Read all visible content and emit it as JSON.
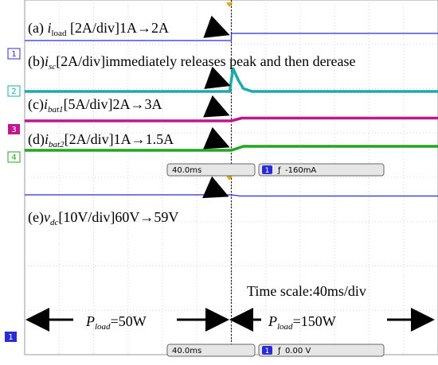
{
  "chart_data": {
    "type": "line",
    "title": "",
    "x_unit": "ms",
    "x_range": [
      -240,
      240
    ],
    "time_scale_label": "Time scale:40ms/div",
    "channels": [
      {
        "id": 1,
        "marker": "1",
        "color": "#2b2bd6"
      },
      {
        "id": 2,
        "marker": "2",
        "color": "#1eaaaa"
      },
      {
        "id": 3,
        "marker": "3",
        "color": "#c0168f"
      },
      {
        "id": 4,
        "marker": "4",
        "color": "#22a622"
      }
    ],
    "series": [
      {
        "name": "i_load",
        "channel": 1,
        "scale": "2A/div",
        "unit": "A",
        "x": [
          -240,
          0,
          0,
          240
        ],
        "y": [
          1,
          1,
          2,
          2
        ]
      },
      {
        "name": "i_sc",
        "channel": 2,
        "scale": "2A/div",
        "unit": "A",
        "x": [
          -240,
          -2,
          2,
          8,
          14,
          24,
          240
        ],
        "y": [
          0,
          0,
          3.2,
          1.6,
          0.4,
          0,
          0
        ]
      },
      {
        "name": "i_bat1",
        "channel": 3,
        "scale": "5A/div",
        "unit": "A",
        "x": [
          -240,
          0,
          12,
          240
        ],
        "y": [
          2,
          2,
          3,
          3
        ]
      },
      {
        "name": "i_bat2",
        "channel": 4,
        "scale": "2A/div",
        "unit": "A",
        "x": [
          -240,
          0,
          14,
          240
        ],
        "y": [
          1,
          1,
          1.5,
          1.5
        ]
      },
      {
        "name": "v_dc",
        "channel": 1,
        "scale": "10V/div",
        "unit": "V",
        "x": [
          -240,
          0,
          10,
          240
        ],
        "y": [
          60,
          60,
          59,
          59
        ]
      }
    ],
    "labels": {
      "a": {
        "pre": "(a) ",
        "sym": "i",
        "sub": "load",
        "post": " [2A/div]1A→2A"
      },
      "b": {
        "pre": "(b)",
        "sym": "i",
        "sub": "sc",
        "post": "[2A/div]immediately releases peak and then derease"
      },
      "c": {
        "pre": "(c)",
        "sym": "i",
        "sub": "bat1",
        "post": "[5A/div]2A→3A"
      },
      "d": {
        "pre": "(d)",
        "sym": "i",
        "sub": "bat2",
        "post": "[2A/div]1A→1.5A"
      },
      "e": {
        "pre": "(e)",
        "sym": "v",
        "sub": "dc",
        "post": "[10V/div]60V→59V"
      }
    },
    "regions": {
      "left": {
        "sym": "P",
        "sub": "load",
        "value": "=50W"
      },
      "right": {
        "sym": "P",
        "sub": "load",
        "value": "=150W"
      }
    },
    "status_top": {
      "timebase": "40.0ms",
      "trigger_channel": "1",
      "trigger": "-160mA"
    },
    "status_bottom": {
      "timebase": "40.0ms",
      "trigger_channel": "1",
      "trigger": "0.00 V"
    }
  }
}
